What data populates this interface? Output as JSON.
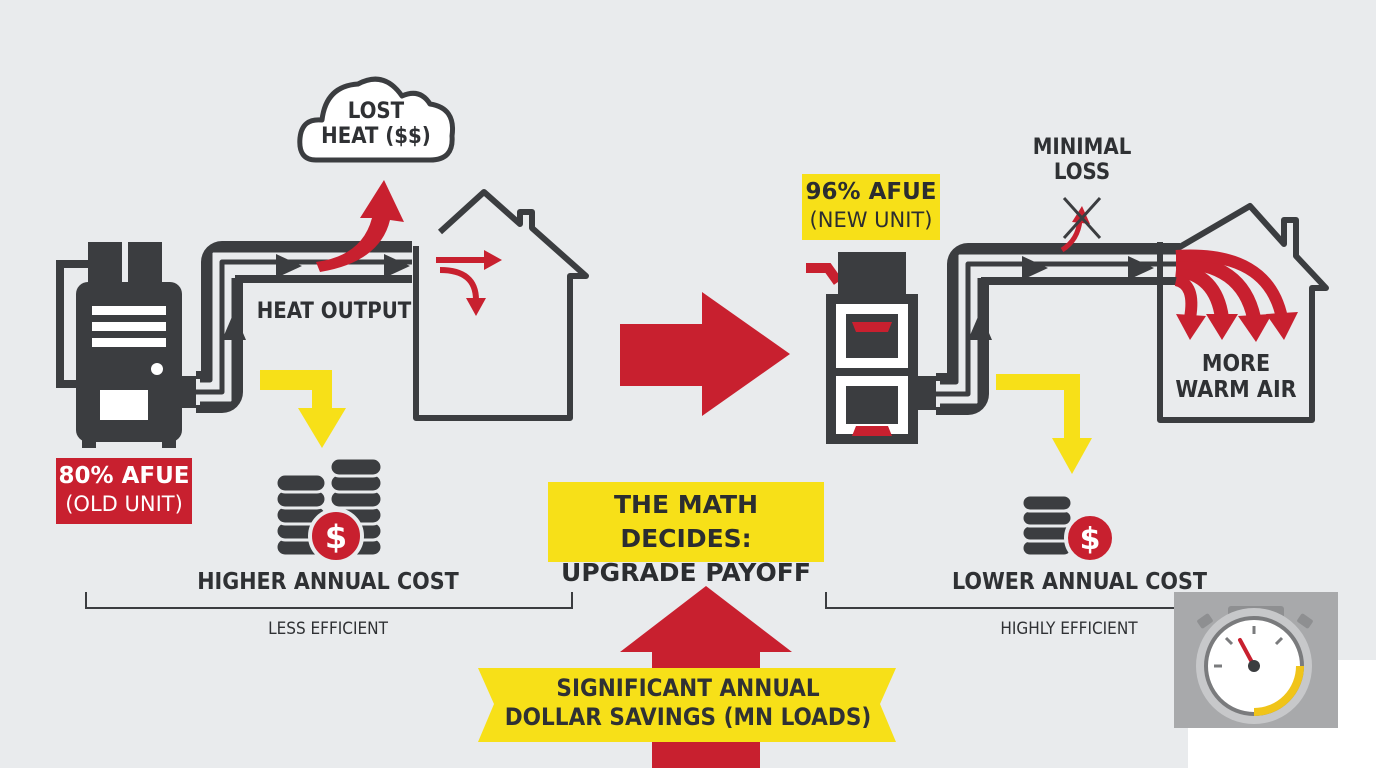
{
  "old_unit": {
    "afue": "80% AFUE",
    "subtitle": "(OLD UNIT)",
    "heat_output_label": "HEAT OUTPUT",
    "lost_heat_line1": "LOST",
    "lost_heat_line2": "HEAT ($$)",
    "cost_label": "HIGHER ANNUAL COST",
    "efficiency_label": "LESS EFFICIENT"
  },
  "new_unit": {
    "afue": "96% AFUE",
    "subtitle": "(NEW UNIT)",
    "minimal_loss_line1": "MINIMAL",
    "minimal_loss_line2": "LOSS",
    "warm_air_line1": "MORE",
    "warm_air_line2": "WARM AIR",
    "cost_label": "LOWER ANNUAL COST",
    "efficiency_label": "HIGHLY EFFICIENT"
  },
  "center": {
    "headline_line1": "THE MATH DECIDES:",
    "headline_line2": "UPGRADE PAYOFF",
    "savings_line1": "SIGNIFICANT ANNUAL",
    "savings_line2": "DOLLAR SAVINGS (MN LOADS)"
  },
  "coin_symbol": "$",
  "colors": {
    "red": "#c8202f",
    "yellow": "#f7e018",
    "dark": "#3b3d40",
    "background": "#e9ebed"
  }
}
